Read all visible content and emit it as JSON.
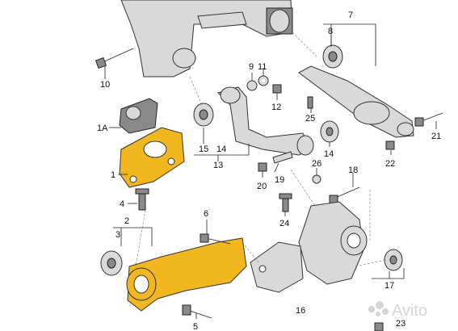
{
  "labels": {
    "l1": "1",
    "l1a": "1A",
    "l2": "2",
    "l3": "3",
    "l4": "4",
    "l5": "5",
    "l6": "6",
    "l7": "7",
    "l8": "8",
    "l9": "9",
    "l10": "10",
    "l11": "11",
    "l12": "12",
    "l13": "13",
    "l14a": "14",
    "l14b": "14",
    "l15": "15",
    "l16": "16",
    "l17": "17",
    "l18": "18",
    "l19": "19",
    "l20": "20",
    "l21": "21",
    "l22": "22",
    "l23": "23",
    "l24": "24",
    "l25": "25",
    "l26": "26"
  },
  "watermark": "Avito",
  "colors": {
    "highlight": "#f2b71e",
    "part": "#d9d9d9",
    "line": "#222222"
  }
}
